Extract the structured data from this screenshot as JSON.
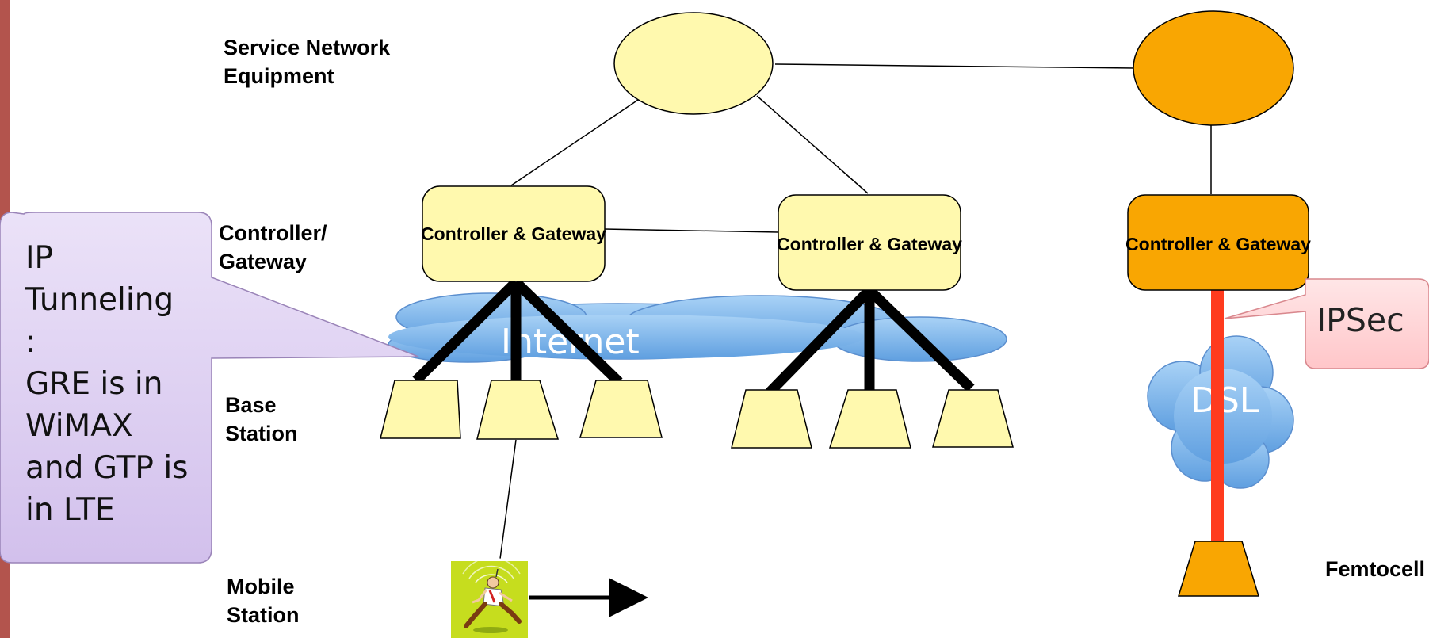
{
  "tier_labels": {
    "service_network": "Service Network\nEquipment",
    "controller_gateway": "Controller/\nGateway",
    "base_station": "Base\nStation",
    "mobile_station": "Mobile\nStation",
    "femtocell": "Femtocell"
  },
  "gateways": [
    {
      "label": "Controller & Gateway",
      "color": "#fff9ae"
    },
    {
      "label": "Controller & Gateway",
      "color": "#fff9ae"
    },
    {
      "label": "Controller & Gateway",
      "color": "#f9a602"
    }
  ],
  "clouds": {
    "internet": "Internet",
    "dsl": "DSL"
  },
  "callouts": {
    "ip_tunneling": "IP\nTunneling\n:\nGRE is in\nWiMAX\nand GTP is\nin LTE",
    "ipsec": "IPSec"
  },
  "colors": {
    "light_node": "#fff9ae",
    "femto_node": "#f9a602",
    "cloud": "#8ec0ee",
    "ipsec_link": "#ff3b1e",
    "tunnel_callout": "#dccdf0",
    "ipsec_callout": "#ffd6d8",
    "slide_bar": "#b3544d"
  },
  "icons": {
    "mobile_station": "running-person-with-signal-icon",
    "direction": "arrow-right-icon"
  }
}
